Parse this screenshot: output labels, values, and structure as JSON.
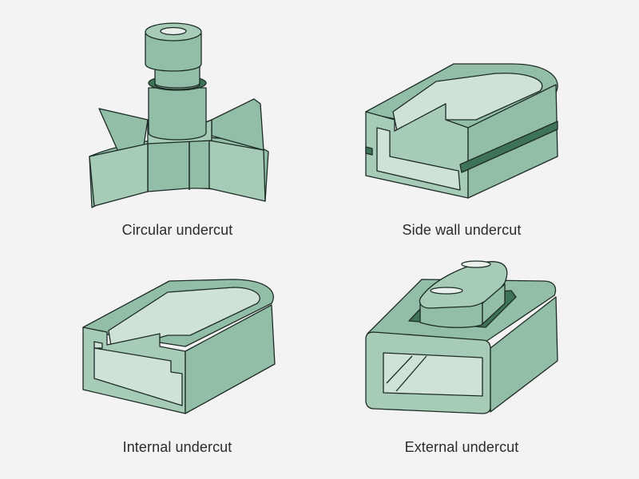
{
  "captions": {
    "circular": "Circular undercut",
    "side_wall": "Side wall undercut",
    "internal": "Internal undercut",
    "external": "External undercut"
  },
  "colors": {
    "background": "#f3f3f3",
    "part_face": "#92bea7",
    "part_light": "#a6cbb7",
    "cavity_fill": "#cfe2d8",
    "undercut_dark": "#3f7358",
    "outline": "#1d2b25"
  }
}
